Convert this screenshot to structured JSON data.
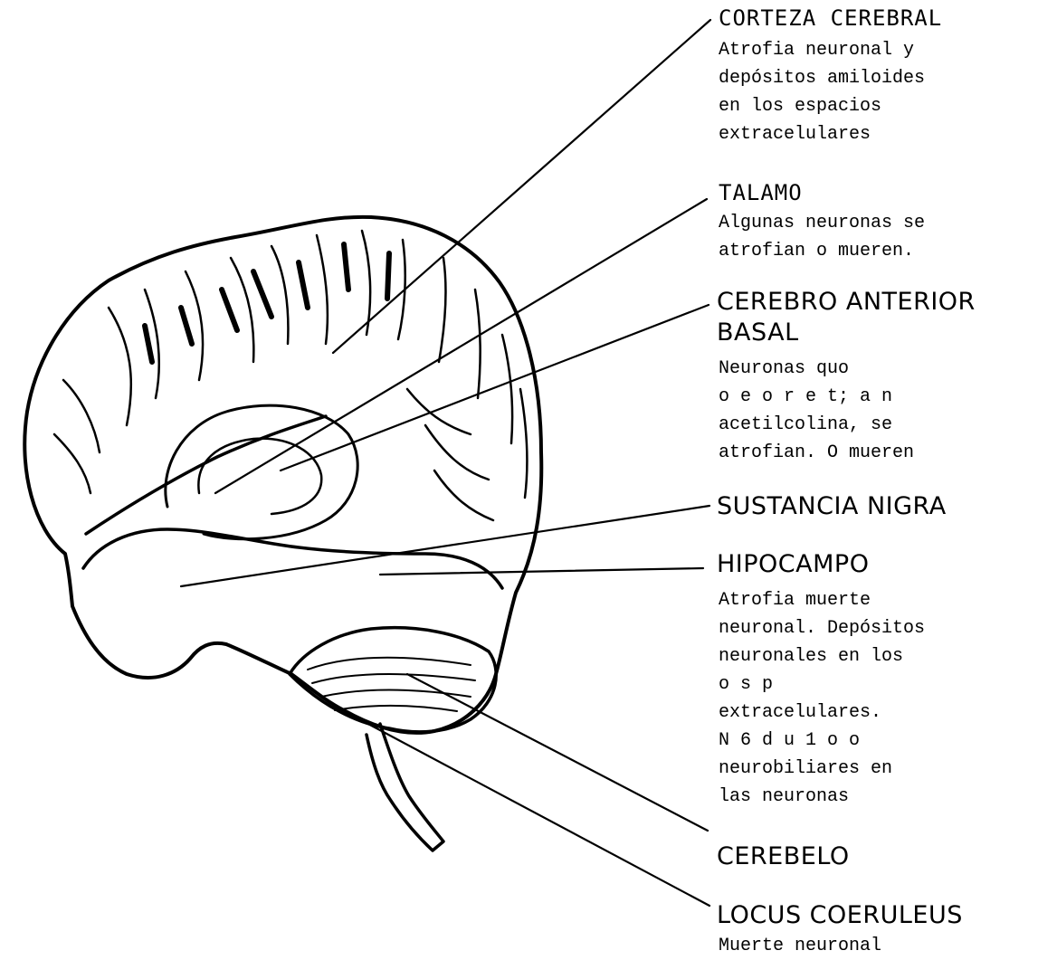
{
  "labels": {
    "corteza": {
      "title": "CORTEZA CEREBRAL",
      "lines": [
        "Atrofia neuronal y",
        "depósitos amiloides",
        "en los espacios",
        "extracelulares"
      ]
    },
    "talamo": {
      "title": "TALAMO",
      "lines": [
        "Algunas neuronas se",
        "atrofian o mueren."
      ]
    },
    "cerebro_anterior": {
      "title_line1": "CEREBRO ANTERIOR",
      "title_line2": "BASAL",
      "lines": [
        "Neuronas quo",
        "o e o r e t; a n",
        "acetilcolina, se",
        "atrofian. O mueren"
      ]
    },
    "sustancia": {
      "title": "SUSTANCIA NIGRA"
    },
    "hipocampo": {
      "title": "HIPOCAMPO",
      "lines": [
        "Atrofia muerte",
        "neuronal. Depósitos",
        "neuronales en los",
        "o s p",
        "extracelulares.",
        "N 6 d u 1 o o",
        "neurobiliares en",
        "las neuronas"
      ]
    },
    "cerebelo": {
      "title": "CEREBELO"
    },
    "locus": {
      "title": "LOCUS COERULEUS",
      "lines": [
        "Muerte neuronal"
      ]
    }
  }
}
